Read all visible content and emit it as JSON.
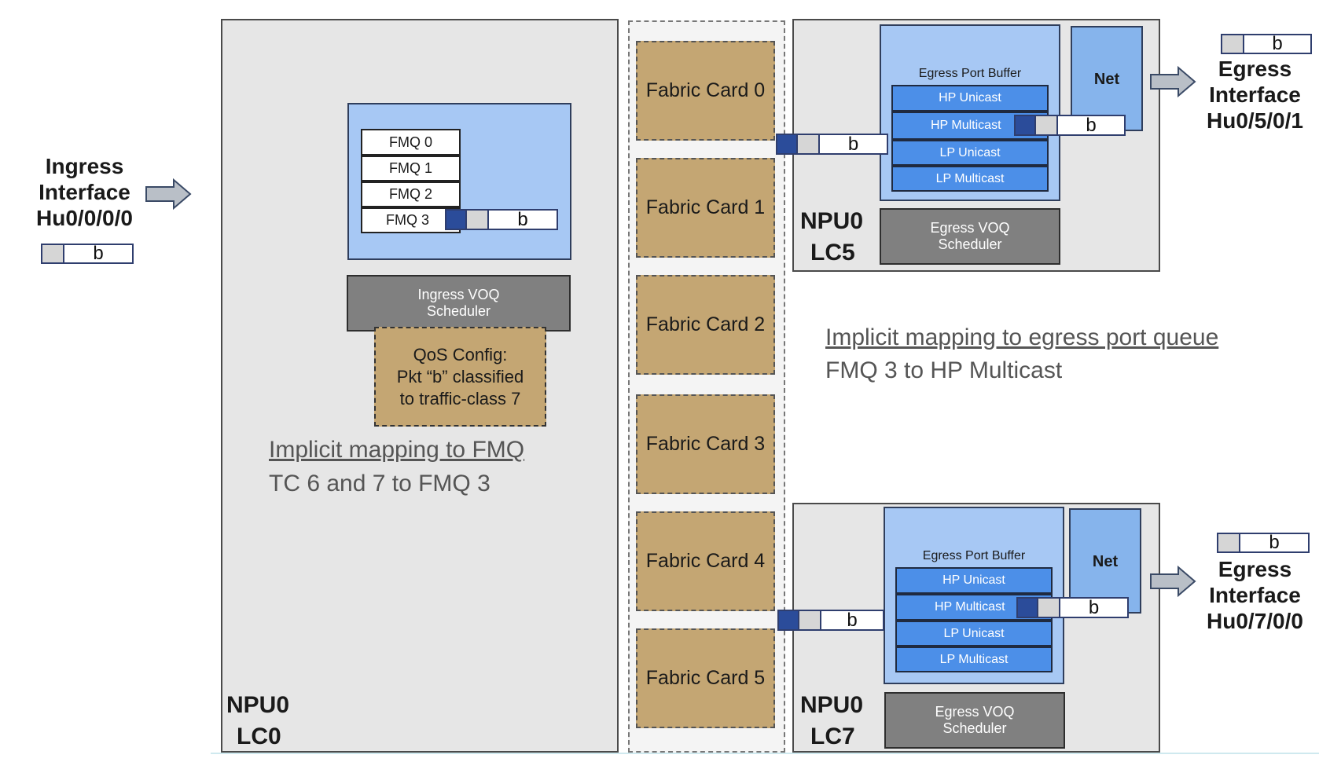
{
  "ingress": {
    "lines": [
      "Ingress",
      "Interface",
      "Hu0/0/0/0"
    ],
    "packet_label": "b"
  },
  "lc0": {
    "fmq": [
      "FMQ 0",
      "FMQ 1",
      "FMQ 2",
      "FMQ 3"
    ],
    "packet_label": "b",
    "scheduler": [
      "Ingress VOQ",
      "Scheduler"
    ],
    "qos": [
      "QoS Config:",
      "Pkt “b” classified",
      "to traffic-class 7"
    ],
    "mapping_title": "Implicit mapping to FMQ",
    "mapping_text": "TC 6 and 7 to FMQ 3",
    "npu": [
      "NPU0",
      "LC0"
    ]
  },
  "fabric_cards": [
    "Fabric Card 0",
    "Fabric Card 1",
    "Fabric Card 2",
    "Fabric Card 3",
    "Fabric Card 4",
    "Fabric Card 5"
  ],
  "lc5": {
    "buffer_title": "Egress Port Buffer",
    "queues": [
      "HP Unicast",
      "HP Multicast",
      "LP Unicast",
      "LP Multicast"
    ],
    "net": "Net",
    "scheduler": [
      "Egress VOQ",
      "Scheduler"
    ],
    "npu": [
      "NPU0",
      "LC5"
    ],
    "fabric_packet_label": "b",
    "queue_packet_label": "b"
  },
  "lc7": {
    "buffer_title": "Egress Port Buffer",
    "queues": [
      "HP Unicast",
      "HP Multicast",
      "LP Unicast",
      "LP Multicast"
    ],
    "net": "Net",
    "scheduler": [
      "Egress VOQ",
      "Scheduler"
    ],
    "npu": [
      "NPU0",
      "LC7"
    ],
    "fabric_packet_label": "b",
    "queue_packet_label": "b"
  },
  "egress_mapping": {
    "title": "Implicit mapping to egress port queue",
    "text": "FMQ 3 to HP Multicast"
  },
  "egress_top": {
    "lines": [
      "Egress",
      "Interface",
      "Hu0/5/0/1"
    ],
    "packet_label": "b"
  },
  "egress_bottom": {
    "lines": [
      "Egress",
      "Interface",
      "Hu0/7/0/0"
    ],
    "packet_label": "b"
  },
  "colors": {
    "panel": "#e6e6e6",
    "fabric_card": "#c4a673",
    "light_blue": "#a7c8f4",
    "queue_blue": "#4c8fe8",
    "scheduler_gray": "#808080",
    "packet_dark": "#2b4c9a"
  },
  "icons": [
    "right-arrow-icon"
  ]
}
